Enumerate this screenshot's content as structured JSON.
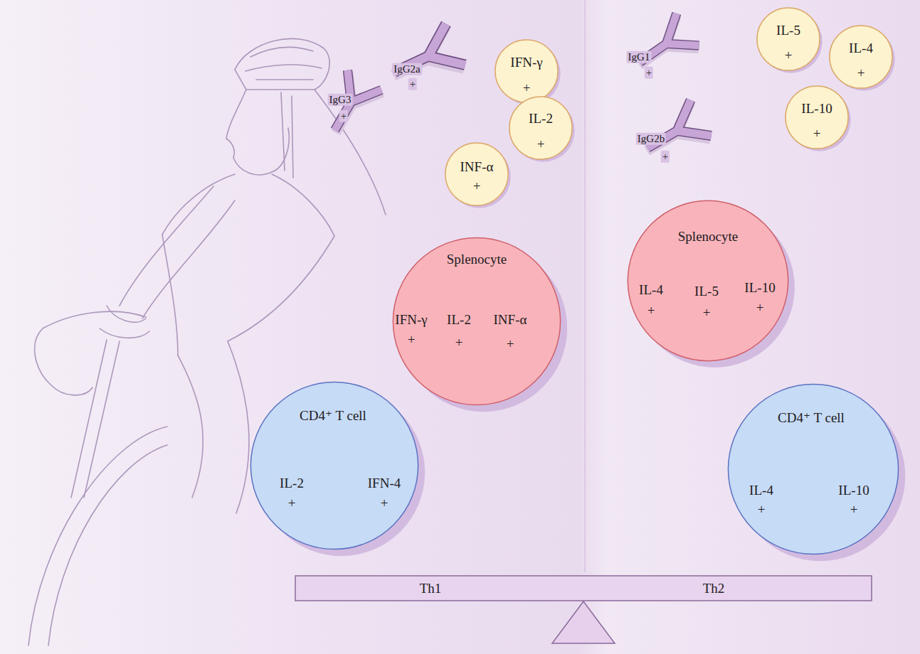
{
  "diagram": {
    "nodes": [
      {
        "text": [
          "IgG3",
          "+"
        ]
      },
      {
        "text": [
          "IgG2a",
          "+"
        ]
      },
      {
        "text": [
          "IFN-γ",
          "+"
        ]
      },
      {
        "text": [
          "IL-2",
          "+"
        ]
      },
      {
        "text": [
          "INF-α",
          "+"
        ]
      },
      {
        "text": [
          "IgG1",
          "+"
        ]
      },
      {
        "text": [
          "IgG2b",
          "+"
        ]
      },
      {
        "text": [
          "IL-5",
          "+"
        ]
      },
      {
        "text": [
          "IL-4",
          "+"
        ]
      },
      {
        "text": [
          "IL-10",
          "+"
        ]
      },
      {
        "text": [
          "Splenocyte",
          "IFN-γ",
          "+",
          "IL-2",
          "+",
          "INF-α",
          "+"
        ]
      },
      {
        "text": [
          "Splenocyte",
          "IL-4",
          "+",
          "IL-5",
          "+",
          "IL-10",
          "+"
        ]
      },
      {
        "text": [
          "CD4⁺ T cell",
          "IL-2",
          "+",
          "IFN-4",
          "+"
        ]
      },
      {
        "text": [
          "CD4⁺ T cell",
          "IL-4",
          "+",
          "IL-10",
          "+"
        ]
      },
      {
        "text": [
          "Th1",
          "Th2"
        ]
      }
    ]
  }
}
